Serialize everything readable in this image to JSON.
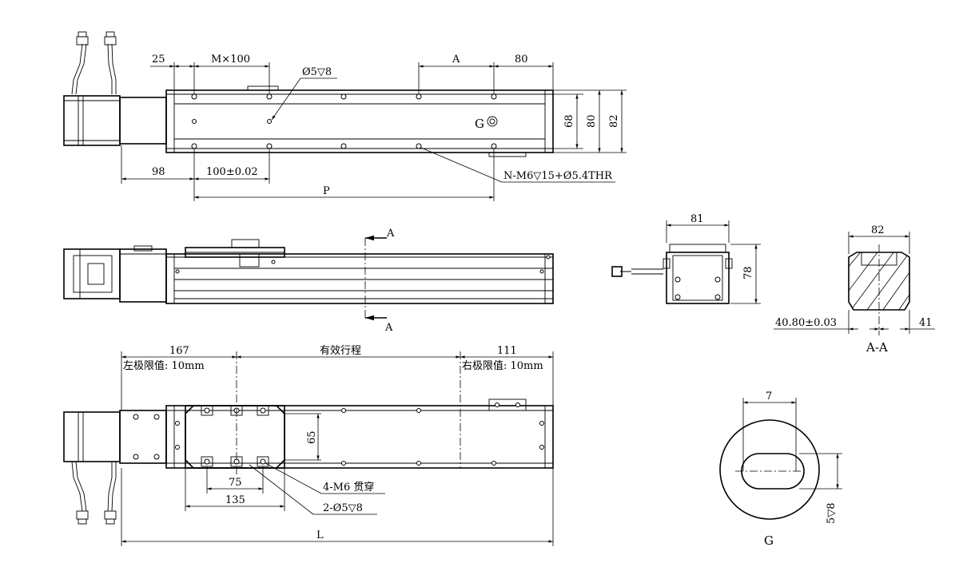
{
  "colors": {
    "line": "#000000",
    "background": "#ffffff"
  },
  "top_view": {
    "dim_25": "25",
    "dim_pitch": "M×100",
    "dim_phi5": "Ø5▽8",
    "dim_A": "A",
    "dim_80": "80",
    "mark_G": "G",
    "dim_68": "68",
    "dim_80_side": "80",
    "dim_82": "82",
    "dim_98": "98",
    "dim_100": "100±0.02",
    "dim_thread": "N-M6▽15+Ø5.4THR",
    "dim_P": "P"
  },
  "side_view": {
    "section_mark_top": "A",
    "section_mark_bottom": "A"
  },
  "end_view": {
    "dim_81": "81",
    "dim_78": "78"
  },
  "section_view": {
    "dim_82": "82",
    "dim_40": "40.80±0.03",
    "dim_41": "41",
    "title": "A-A"
  },
  "bottom_view": {
    "dim_167": "167",
    "label_left_limit": "左极限值: 10mm",
    "label_stroke": "有效行程",
    "dim_111": "111",
    "label_right_limit": "右极限值: 10mm",
    "dim_65": "65",
    "dim_75": "75",
    "dim_135": "135",
    "note_m6": "4-M6 贯穿",
    "note_phi5": "2-Ø5▽8",
    "dim_L": "L"
  },
  "detail_G": {
    "dim_7": "7",
    "dim_depth": "5▽8",
    "title": "G"
  }
}
